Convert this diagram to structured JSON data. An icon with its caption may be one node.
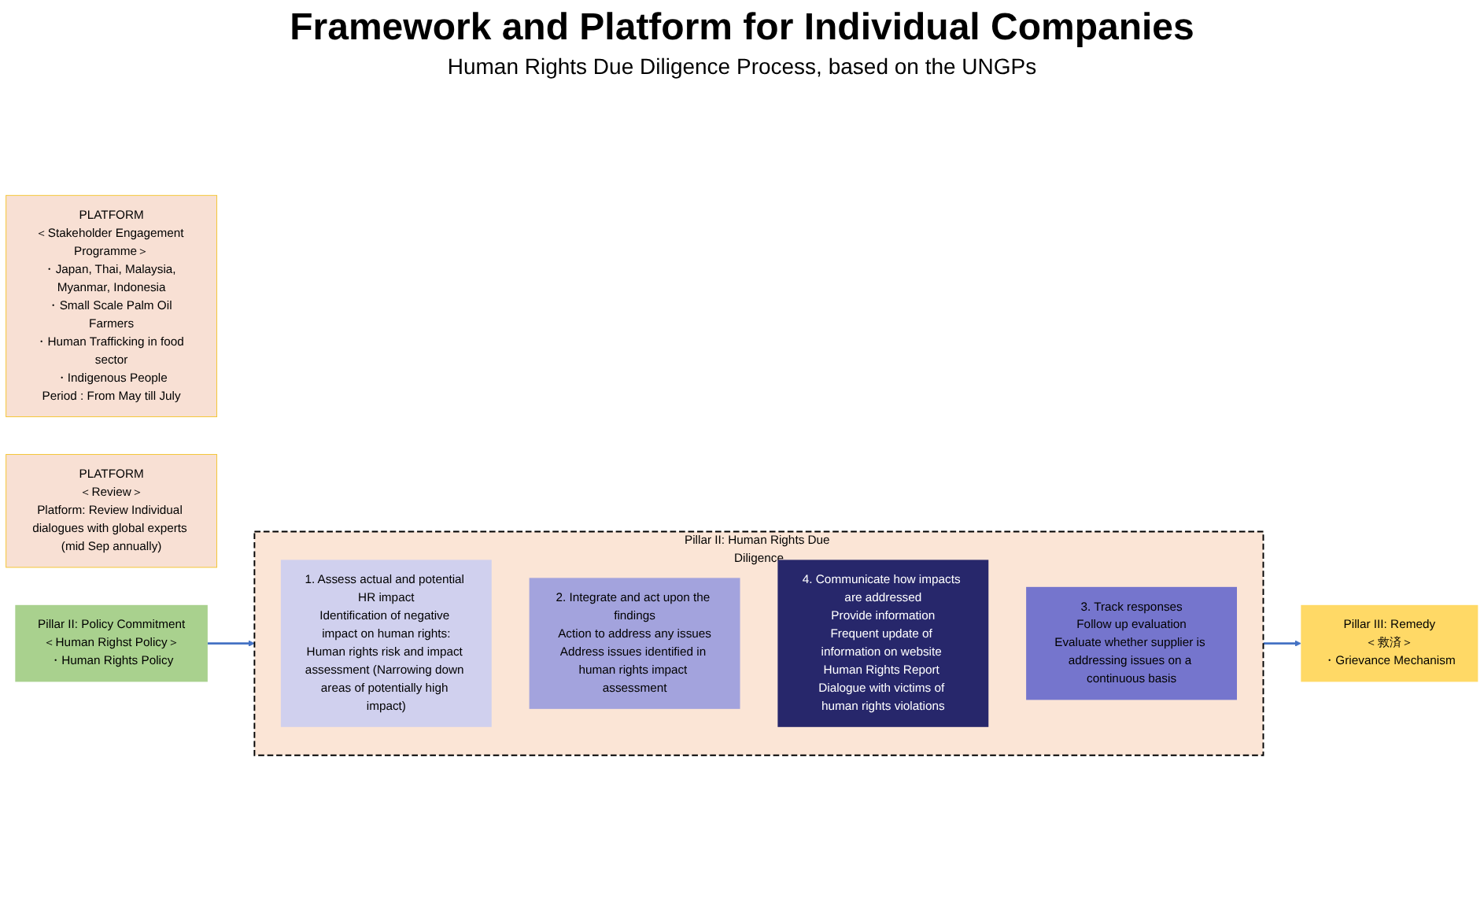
{
  "diagram": {
    "title": "Framework and Platform for Individual Companies",
    "nodes": [
      {
        "text": [
          "Pillar II: Human Rights Due Diligence"
        ]
      },
      {
        "text": [
          "1. Assess actual and potential HR impact",
          "Identification of negative impact on human rights:",
          "Human rights risk and impact assessment (Narrowing down areas of potentially high impact)"
        ],
        "in": 0
      },
      {
        "text": [
          "2. Integrate and act upon the findings",
          "Action to address any issues",
          "Address issues identified in human rights impact assessment"
        ],
        "in": 0
      },
      {
        "text": [
          "4. Communicate how impacts are addressed",
          "Provide information",
          "Frequent update of information on website Human Rights Report Dialogue with victims of human rights violations"
        ],
        "in": 0
      },
      {
        "text": [
          "3. Track responses",
          "Follow up evaluation",
          "Evaluate whether supplier is addressing issues on a continuous basis"
        ],
        "in": 0
      },
      {
        "text": [
          "PLATFORM",
          "＜Stakeholder Engagement Programme＞",
          "・Japan, Thai, Malaysia, Myanmar, Indonesia",
          "・Small Scale Palm Oil Farmers",
          "・Human Trafficking in food sector",
          "・Indigenous People",
          "Period : From May till July"
        ]
      },
      {
        "text": [
          "PLATFORM",
          "＜Review＞",
          "Platform: Review Individual dialogues with global experts (mid Sep annually)"
        ]
      },
      {
        "text": [
          "Pillar II: Policy Commitment",
          "＜Human Righst Policy＞",
          "・Human Rights Policy"
        ]
      },
      {
        "text": [
          "Pillar III: Remedy",
          "＜救済＞",
          "・Grievance Mechanism"
        ]
      }
    ],
    "edges": [
      {
        "from": 7,
        "to": 0,
        "arrow": "to"
      },
      {
        "from": 0,
        "to": 8,
        "arrow": "to"
      }
    ],
    "labels": [
      "Human Rights Due Diligence Process, based on the UNGPs"
    ]
  }
}
